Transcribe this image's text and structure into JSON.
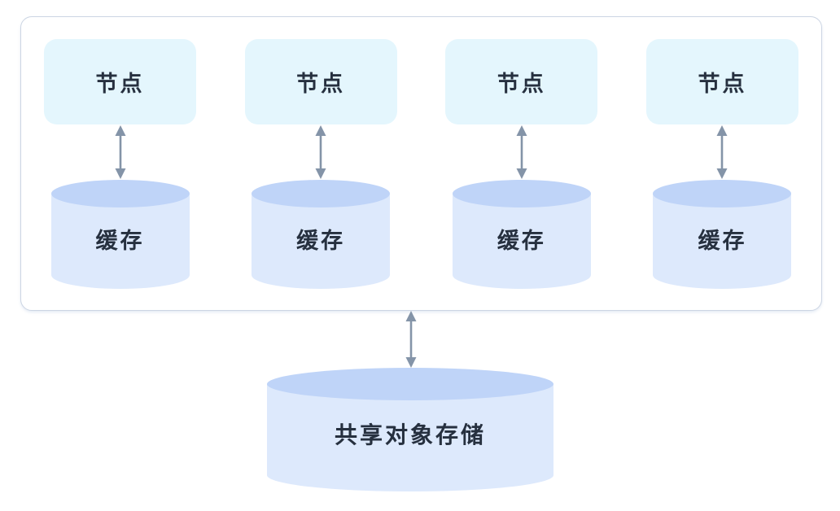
{
  "diagram": {
    "title": "node-cache-shared-storage-architecture",
    "cluster": {
      "columns": [
        {
          "node_label": "节点",
          "cache_label": "缓存"
        },
        {
          "node_label": "节点",
          "cache_label": "缓存"
        },
        {
          "node_label": "节点",
          "cache_label": "缓存"
        },
        {
          "node_label": "节点",
          "cache_label": "缓存"
        }
      ]
    },
    "storage": {
      "label": "共享对象存储"
    },
    "icons": {
      "node_to_cache_connector": "double-headed-vertical-arrow",
      "cluster_to_storage_connector": "double-headed-vertical-arrow"
    }
  },
  "colors": {
    "node-fill": "#e4f6fd",
    "cylinder-top-fill": "#bfd4f8",
    "cylinder-body-fill": "#dde9fc",
    "container-border": "#ccd5e3",
    "arrow-color": "#8494a8",
    "label-text": "#26303f",
    "canvas-bg": "#ffffff"
  }
}
